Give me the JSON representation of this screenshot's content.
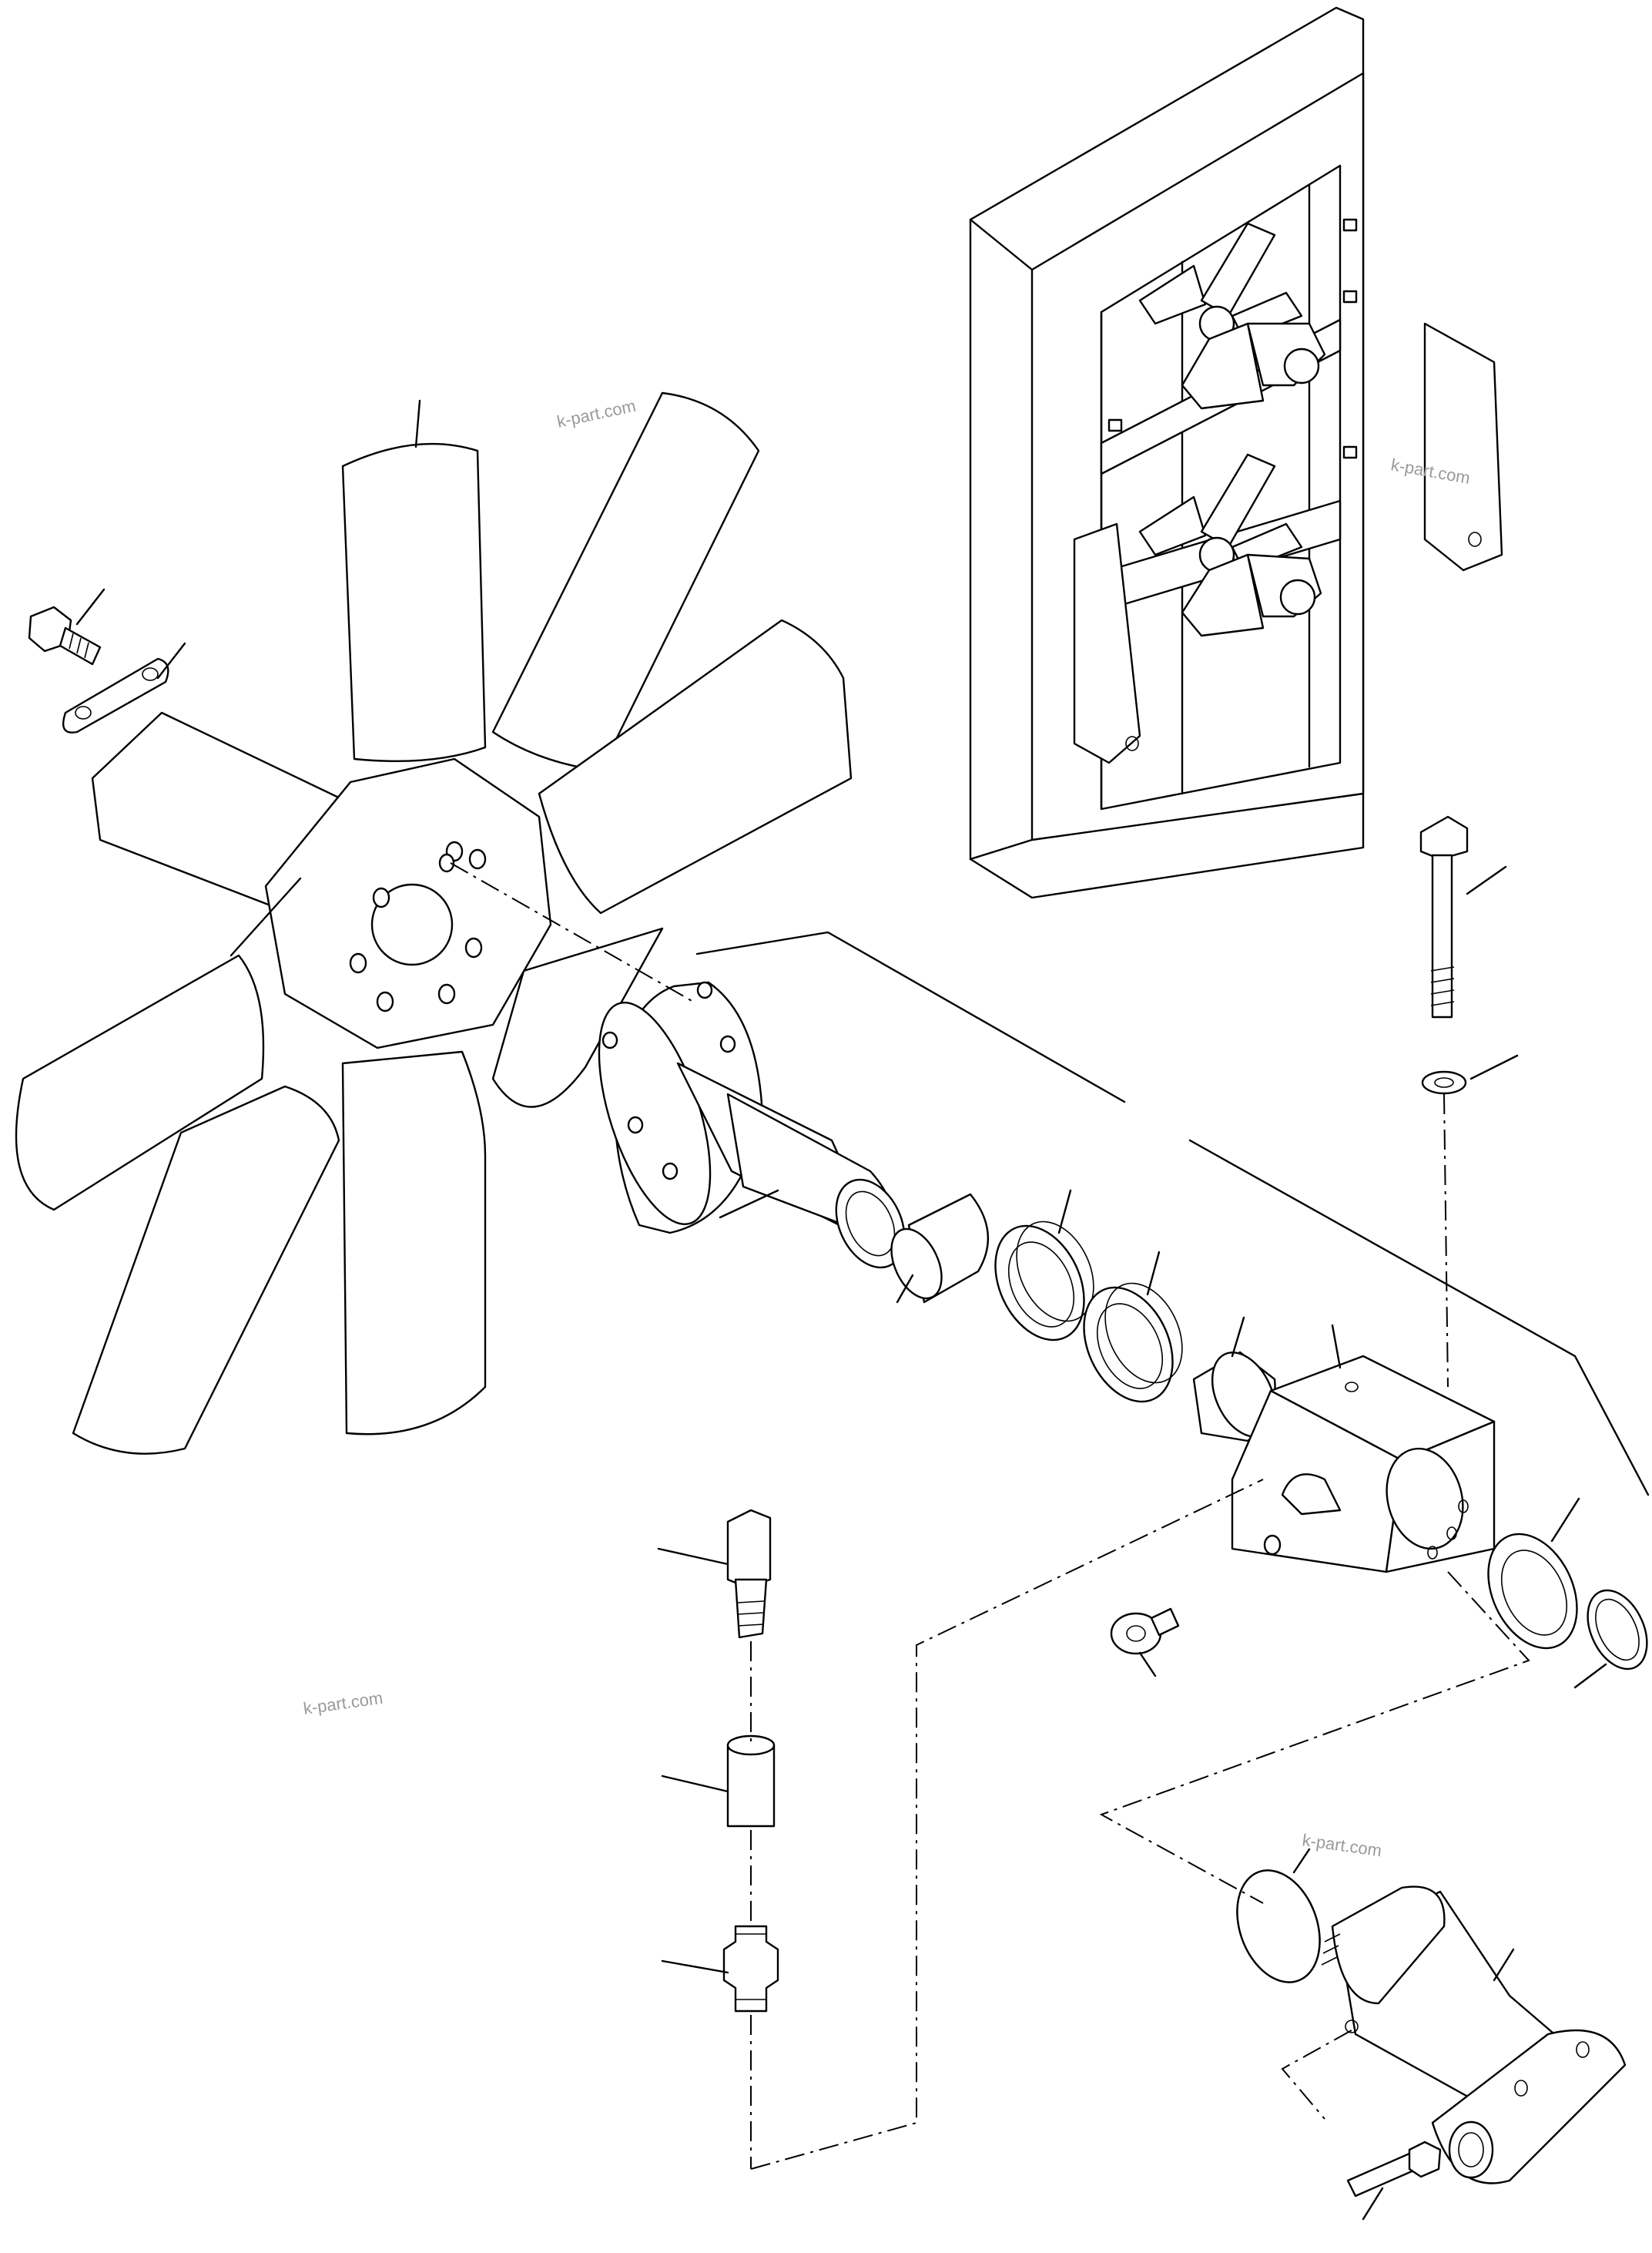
{
  "watermarks": [
    "k-part.com",
    "k-part.com",
    "k-part.com",
    "k-part.com"
  ]
}
